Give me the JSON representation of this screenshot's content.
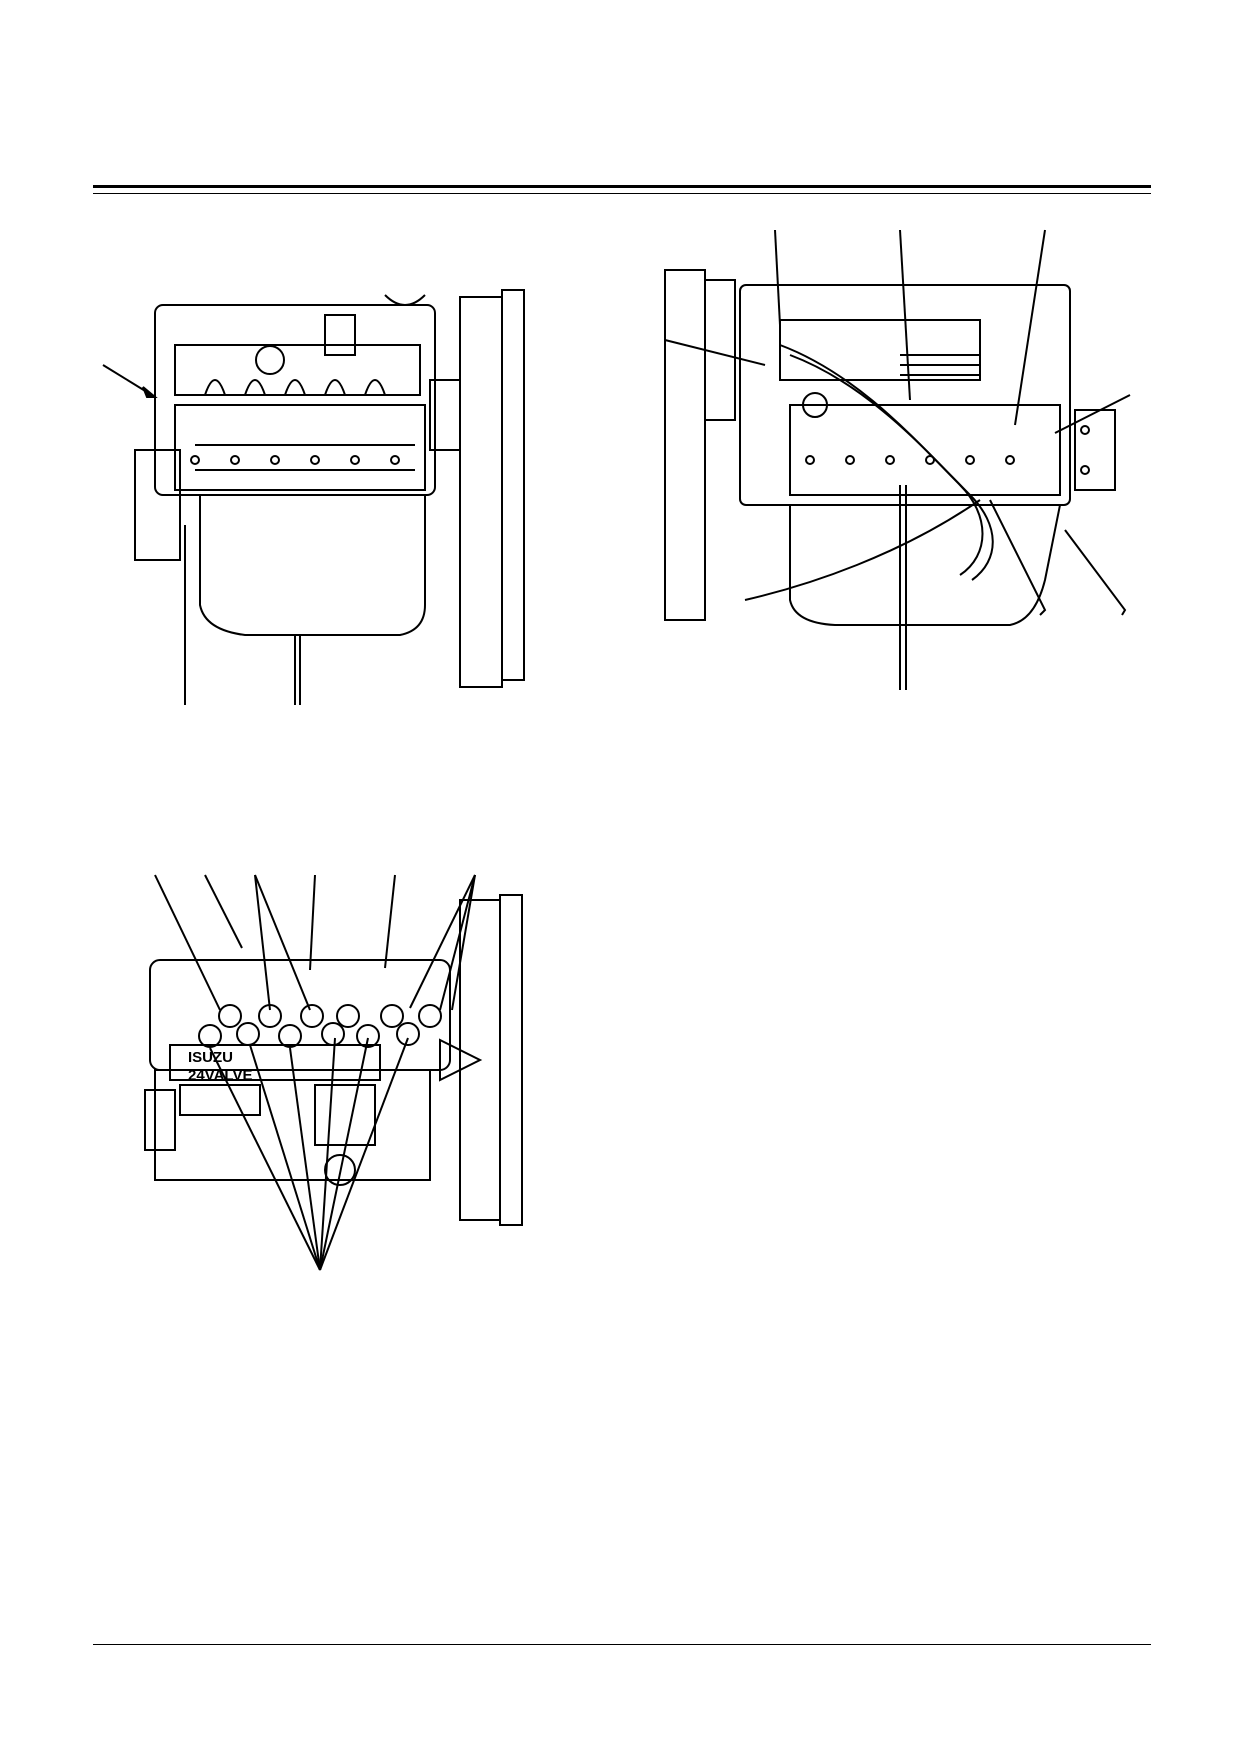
{
  "page": {
    "figures": [
      {
        "id": "fig-1"
      },
      {
        "id": "fig-2"
      },
      {
        "id": "fig-3"
      }
    ],
    "engine_cover_text": {
      "line1": "ISUZU",
      "line2": "24VALVE"
    }
  },
  "colors": {
    "ink": "#000000",
    "paper": "#ffffff"
  }
}
